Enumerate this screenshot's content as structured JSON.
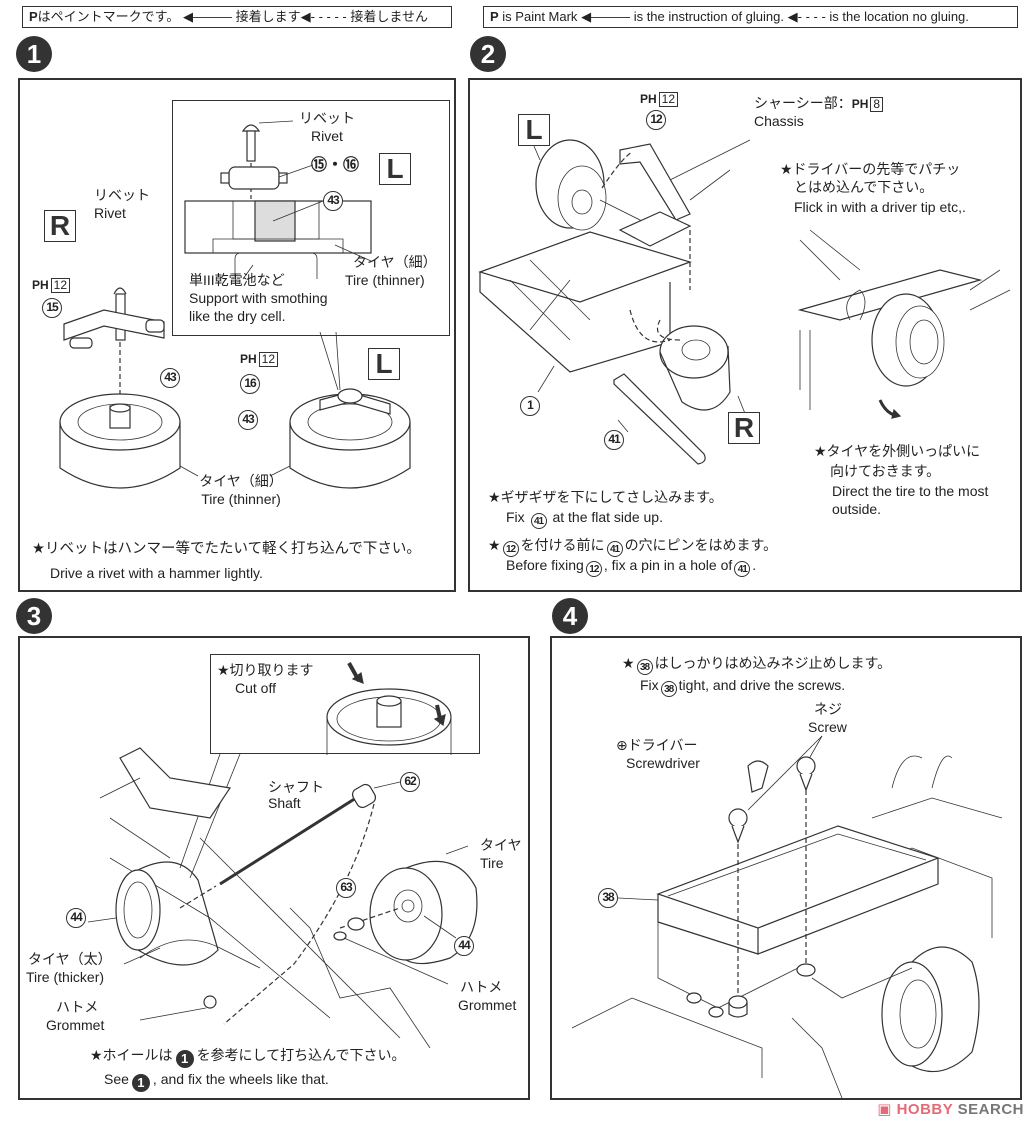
{
  "legend_jp": {
    "paint_mark": "P",
    "paint_text": "はペイントマークです。",
    "glue_arrow": "◀———",
    "glue_text": "接着します",
    "noglue_arrow": "◀- - - - -",
    "noglue_text": "接着しません"
  },
  "legend_en": {
    "paint_mark": "P",
    "paint_text": "is Paint Mark",
    "glue_arrow": "◀———",
    "glue_text": "is the instruction of gluing.",
    "noglue_arrow": "◀- - - -",
    "noglue_text": "is the location no gluing."
  },
  "steps": [
    {
      "number": "1",
      "inset": {
        "rivet_jp": "リベット",
        "rivet_en": "Rivet",
        "parts": "⑮・⑯",
        "side": "L",
        "part_43": "43",
        "tire_jp": "タイヤ（細）",
        "tire_en": "Tire (thinner)",
        "support_jp": "単III乾電池など",
        "support_en_1": "Support with smothing",
        "support_en_2": "like the dry cell."
      },
      "right_side": "R",
      "left_side": "L",
      "rivet_jp": "リベット",
      "rivet_en": "Rivet",
      "paint_r": {
        "mark": "PH",
        "code": "12"
      },
      "paint_l": {
        "mark": "PH",
        "code": "12"
      },
      "part_15": "15",
      "part_16": "16",
      "part_43a": "43",
      "part_43b": "43",
      "tire_jp": "タイヤ（細）",
      "tire_en": "Tire (thinner)",
      "note_jp": "★リベットはハンマー等でたたいて軽く打ち込んで下さい。",
      "note_en": "Drive a rivet with a hammer lightly."
    },
    {
      "number": "2",
      "left_side": "L",
      "right_side": "R",
      "paint_12": {
        "mark": "PH",
        "code": "12"
      },
      "part_12": "12",
      "part_1": "1",
      "part_41": "41",
      "chassis_jp": "シャーシー部：",
      "chassis_paint": {
        "mark": "PH",
        "code": "8"
      },
      "chassis_en": "Chassis",
      "flick_jp_1": "★ドライバーの先等でパチッ",
      "flick_jp_2": "とはめ込んで下さい。",
      "flick_en": "Flick in with a driver tip etc,.",
      "direct_jp_1": "★タイヤを外側いっぱいに",
      "direct_jp_2": "向けておきます。",
      "direct_en_1": "Direct the tire to the most",
      "direct_en_2": "outside.",
      "note1_jp": "★ギザギザを下にしてさし込みます。",
      "note1_en_pre": "Fix",
      "note1_en_part": "41",
      "note1_en_post": "at the flat side up.",
      "note2_jp_part1": "12",
      "note2_jp_mid": "を付ける前に",
      "note2_jp_part2": "41",
      "note2_jp_post": "の穴にピンをはめます。",
      "note2_en_pre": "Before fixing",
      "note2_en_part1": "12",
      "note2_en_mid": ", fix a pin in a hole of",
      "note2_en_part2": "41",
      "note2_en_post": "."
    },
    {
      "number": "3",
      "cut_jp": "★切り取ります",
      "cut_en": "Cut off",
      "shaft_jp": "シャフト",
      "shaft_en": "Shaft",
      "part_62": "62",
      "part_63": "63",
      "part_44a": "44",
      "part_44b": "44",
      "tire_jp": "タイヤ",
      "tire_en": "Tire",
      "tire_thick_jp": "タイヤ（太）",
      "tire_thick_en": "Tire (thicker)",
      "grommet_jp": "ハトメ",
      "grommet_en": "Grommet",
      "note_jp_pre": "★ホイールは",
      "note_jp_ref": "1",
      "note_jp_post": "を参考にして打ち込んで下さい。",
      "note_en_pre": "See",
      "note_en_ref": "1",
      "note_en_post": ", and fix the wheels like that."
    },
    {
      "number": "4",
      "note_jp_pre": "★",
      "note_jp_part": "38",
      "note_jp_post": "はしっかりはめ込みネジ止めします。",
      "note_en_pre": "Fix",
      "note_en_part": "38",
      "note_en_post": "tight, and drive the screws.",
      "screw_jp": "ネジ",
      "screw_en": "Screw",
      "driver_jp": "⊕ドライバー",
      "driver_en": "Screwdriver",
      "part_38": "38"
    }
  ],
  "watermark": {
    "brand": "HOBBY",
    "suffix": " SEARCH",
    "logo": "▣"
  }
}
